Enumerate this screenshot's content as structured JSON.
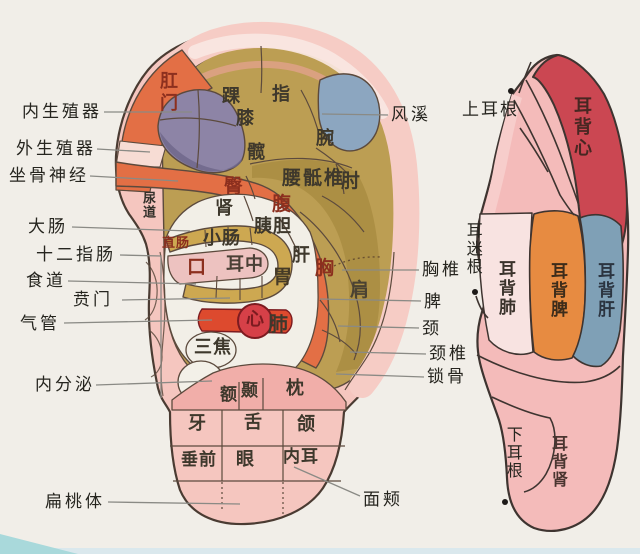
{
  "figure": {
    "type": "ear-acupoint-reflexology-chart",
    "views": [
      "front-of-left-auricle",
      "back-of-auricle"
    ]
  },
  "colors": {
    "background": "#f1eee8",
    "base_pink": "#f5c6bf",
    "rim_light": "#fae4dd",
    "orange_zone": "#e36f45",
    "olive_zone": "#bc9e53",
    "olive_dark": "#a98c42",
    "purple_fossa": "#8d84a6",
    "blue_zone": "#8ca6c0",
    "tan_band": "#cda851",
    "crus_pink": "#edc2c0",
    "concha_white": "#f2efe7",
    "red_band": "#dd4a2e",
    "heart_red": "#d64048",
    "lobe_pink": "#f1aea9",
    "back_red": "#cb4752",
    "back_orange": "#e78b41",
    "back_blue": "#7fa0b6",
    "outline": "#4a3b32",
    "leader_line": "#8a8a85"
  },
  "left_ear": {
    "left_labels": {
      "internal_genitals": "内生殖器",
      "external_genitals": "外生殖器",
      "sciatic_nerve": "坐骨神经",
      "large_intestine": "大肠",
      "duodenum": "十二指肠",
      "esophagus": "食道",
      "cardia": "贲门",
      "trachea": "气管",
      "endocrine": "内分泌",
      "tonsil": "扁桃体"
    },
    "right_labels": {
      "fengxi": "风溪",
      "thoracic_vertebrae": "胸椎",
      "spleen": "脾",
      "neck": "颈",
      "cervical_vertebrae": "颈椎",
      "clavicle": "锁骨",
      "cheek": "面颊"
    },
    "zones": {
      "anus": "肛门",
      "ankle": "踝",
      "finger": "指",
      "knee": "膝",
      "hip": "髋",
      "wrist": "腕",
      "buttock": "臀",
      "lumbosacral": "腰骶椎",
      "elbow": "肘",
      "kidney": "肾",
      "abdomen": "腹",
      "urethra": "尿道",
      "rectum": "直肠",
      "small_intestine": "小肠",
      "pancreas_gallbladder": "胰胆",
      "mouth": "口",
      "ear_center": "耳中",
      "liver": "肝",
      "chest": "胸",
      "stomach": "胃",
      "shoulder": "肩",
      "heart": "心",
      "lung": "肺",
      "sanjiao": "三焦",
      "forehead": "额",
      "temple": "颞",
      "occiput": "枕",
      "tooth": "牙",
      "tongue": "舌",
      "jaw": "颌",
      "chuiqian": "垂前",
      "eye": "眼",
      "inner_ear": "内耳"
    }
  },
  "right_ear": {
    "root_labels": {
      "upper_ear_root": "上耳根",
      "ear_vagus_root": "耳迷根",
      "lower_ear_root": "下耳根"
    },
    "zones": {
      "heart_back": "耳背心",
      "lung_back": "耳背肺",
      "spleen_back": "耳背脾",
      "liver_back": "耳背肝",
      "kidney_back": "耳背肾"
    }
  }
}
